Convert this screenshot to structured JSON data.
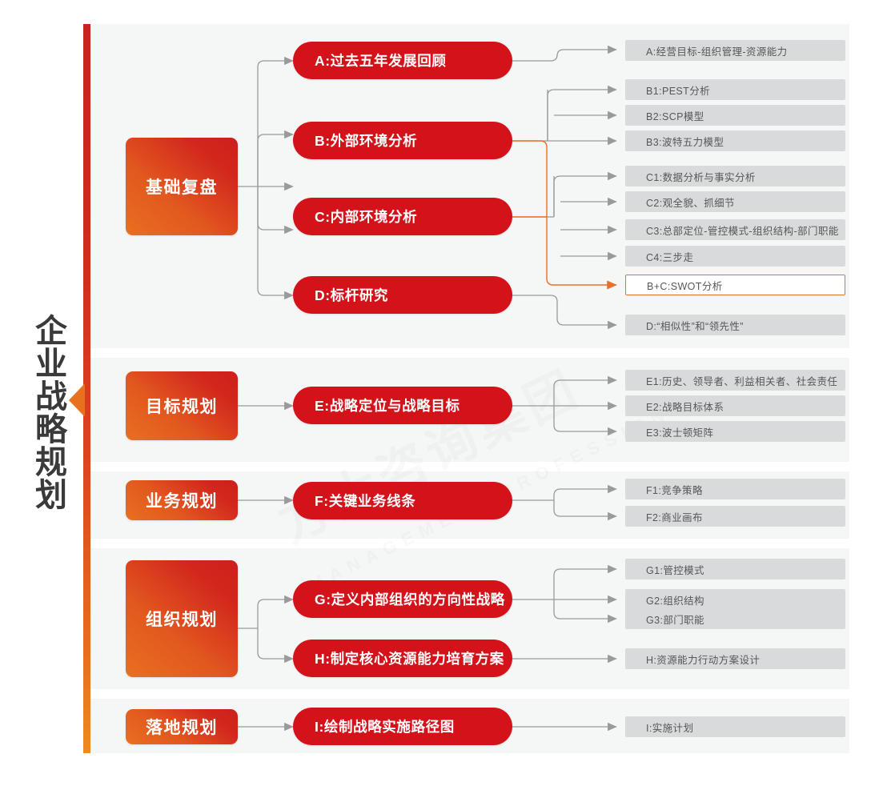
{
  "title": {
    "vertical": "企业战略规划"
  },
  "watermark": {
    "primary": "方大咨询集团",
    "secondary": "MANAGEMENT PROFESSIONAL"
  },
  "colors": {
    "brand_red": "#d4121a",
    "brand_orange": "#e8701f",
    "chip_grey": "#d9dadb",
    "panel_bg": "#f5f6f6",
    "highlight_border": "#e8702a",
    "wire_grey": "#9a9a9a",
    "wire_orange": "#e8702a",
    "text_dark": "#3a3a3a",
    "chip_text": "#53585c"
  },
  "sections": [
    {
      "id": "section-foundation",
      "stage": "基础复盘",
      "nodes": [
        {
          "id": "node-a",
          "label": "A:过去五年发展回顾",
          "leaves": [
            {
              "id": "leaf-a",
              "label": "A:经营目标-组织管理-资源能力",
              "highlight": false
            }
          ]
        },
        {
          "id": "node-b",
          "label": "B:外部环境分析",
          "leaves": [
            {
              "id": "leaf-b1",
              "label": "B1:PEST分析",
              "highlight": false
            },
            {
              "id": "leaf-b2",
              "label": "B2:SCP模型",
              "highlight": false
            },
            {
              "id": "leaf-b3",
              "label": "B3:波特五力模型",
              "highlight": false
            }
          ]
        },
        {
          "id": "node-c",
          "label": "C:内部环境分析",
          "leaves": [
            {
              "id": "leaf-c1",
              "label": "C1:数据分析与事实分析",
              "highlight": false
            },
            {
              "id": "leaf-c2",
              "label": "C2:观全貌、抓细节",
              "highlight": false
            },
            {
              "id": "leaf-c3",
              "label": "C3:总部定位-管控模式-组织结构-部门职能",
              "highlight": false
            },
            {
              "id": "leaf-c4",
              "label": "C4:三步走",
              "highlight": false
            },
            {
              "id": "leaf-bc",
              "label": "B+C:SWOT分析",
              "highlight": true
            }
          ]
        },
        {
          "id": "node-d",
          "label": "D:标杆研究",
          "leaves": [
            {
              "id": "leaf-d",
              "label": "D:“相似性”和“领先性”",
              "highlight": false
            }
          ]
        }
      ]
    },
    {
      "id": "section-goal",
      "stage": "目标规划",
      "nodes": [
        {
          "id": "node-e",
          "label": "E:战略定位与战略目标",
          "leaves": [
            {
              "id": "leaf-e1",
              "label": "E1:历史、领导者、利益相关者、社会责任",
              "highlight": false
            },
            {
              "id": "leaf-e2",
              "label": "E2:战略目标体系",
              "highlight": false
            },
            {
              "id": "leaf-e3",
              "label": "E3:波士顿矩阵",
              "highlight": false
            }
          ]
        }
      ]
    },
    {
      "id": "section-business",
      "stage": "业务规划",
      "nodes": [
        {
          "id": "node-f",
          "label": "F:关键业务线条",
          "leaves": [
            {
              "id": "leaf-f1",
              "label": "F1:竞争策略",
              "highlight": false
            },
            {
              "id": "leaf-f2",
              "label": "F2:商业画布",
              "highlight": false
            }
          ]
        }
      ]
    },
    {
      "id": "section-org",
      "stage": "组织规划",
      "nodes": [
        {
          "id": "node-g",
          "label": "G:定义内部组织的方向性战略",
          "leaves": [
            {
              "id": "leaf-g1",
              "label": "G1:管控模式",
              "highlight": false
            },
            {
              "id": "leaf-g2",
              "label": "G2:组织结构",
              "highlight": false
            },
            {
              "id": "leaf-g3",
              "label": "G3:部门职能",
              "highlight": false
            }
          ]
        },
        {
          "id": "node-h",
          "label": "H:制定核心资源能力培育方案",
          "leaves": [
            {
              "id": "leaf-h",
              "label": "H:资源能力行动方案设计",
              "highlight": false
            }
          ]
        }
      ]
    },
    {
      "id": "section-execution",
      "stage": "落地规划",
      "nodes": [
        {
          "id": "node-i",
          "label": "I:绘制战略实施路径图",
          "leaves": [
            {
              "id": "leaf-i",
              "label": "I:实施计划",
              "highlight": false
            }
          ]
        }
      ]
    }
  ]
}
